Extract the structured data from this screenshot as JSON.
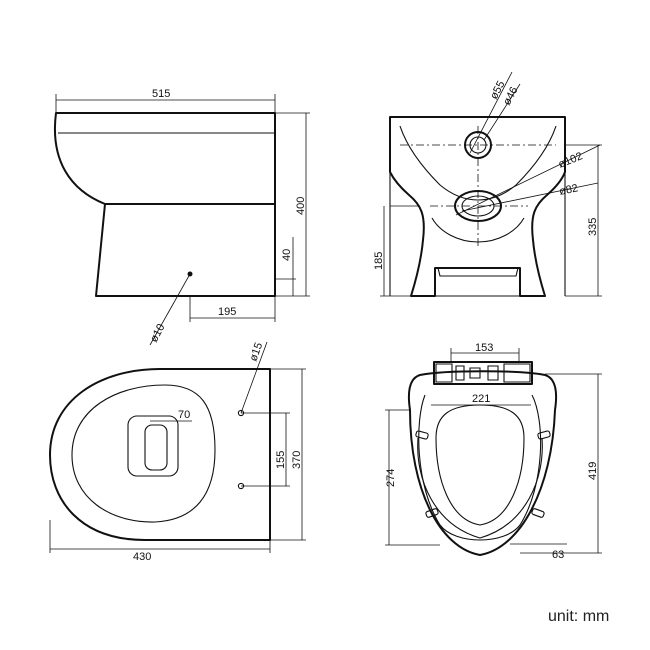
{
  "unit_label": "unit: mm",
  "side_view": {
    "width": "515",
    "height": "400",
    "inlet_height": "40",
    "outlet_offset": "195",
    "fixing_hole": "ø10"
  },
  "front_view": {
    "pipe_outer": "ø55",
    "pipe_inner": "ø46",
    "outlet_outer": "ø102",
    "outlet_inner": "ø82",
    "height_335": "335",
    "height_185": "185"
  },
  "top_view": {
    "fixing_hole": "ø15",
    "opening": "70",
    "hole_spacing": "155",
    "width": "370",
    "length": "430"
  },
  "seat_view": {
    "hinge_spacing": "153",
    "inner_width": "221",
    "inner_length": "274",
    "total_length": "419",
    "hinge_offset": "63"
  }
}
